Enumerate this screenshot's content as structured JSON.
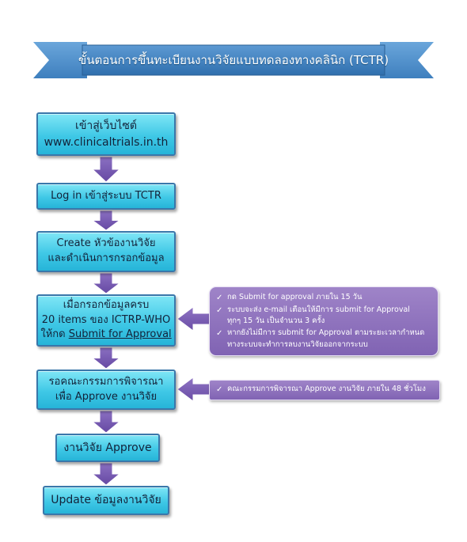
{
  "banner": {
    "title": "ขั้นตอนการขึ้นทะเบียนงานวิจัยแบบทดลองทางคลินิก (TCTR)"
  },
  "steps": [
    {
      "lines": [
        "เข้าสู่เว็บไซต์",
        "www.clinicaltrials.in.th"
      ]
    },
    {
      "lines": [
        "Log in เข้าสู่ระบบ TCTR"
      ]
    },
    {
      "lines": [
        "Create หัวข้องานวิจัย",
        "และดำเนินการกรอกข้อมูล"
      ]
    },
    {
      "lines": [
        "เมื่อกรอกข้อมูลครบ",
        "20 items ของ ICTRP-WHO",
        "ให้กด "
      ],
      "underline": "Submit for Approval"
    },
    {
      "lines": [
        "รอคณะกรรมการพิจารณา",
        "เพื่อ Approve งานวิจัย"
      ]
    },
    {
      "lines": [
        "งานวิจัย Approve"
      ]
    },
    {
      "lines": [
        "Update ข้อมูลงานวิจัย"
      ]
    }
  ],
  "notes": [
    {
      "items": [
        {
          "lines": [
            "กด Submit for approval ภายใน 15 วัน"
          ]
        },
        {
          "lines": [
            "ระบบจะส่ง e-mail เตือนให้มีการ submit for Approval",
            "ทุกๆ 15 วัน เป็นจำนวน 3 ครั้ง"
          ]
        },
        {
          "lines": [
            "หากยังไม่มีการ submit for Approval ตามระยะเวลากำหนด",
            "ทางระบบจะทำการลบงานวิจัยออกจากระบบ"
          ]
        }
      ]
    },
    {
      "items": [
        {
          "lines": [
            "คณะกรรมการพิจารณา Approve งานวิจัย ภายใน 48 ชั่วโมง"
          ]
        }
      ]
    }
  ],
  "colors": {
    "banner": "#4f8fc9",
    "banner_dark": "#2e6aa3",
    "step_fill": "#3fc8e6",
    "step_border": "#3a77aa",
    "arrow": "#7a5db3",
    "note": "#8566b8"
  }
}
